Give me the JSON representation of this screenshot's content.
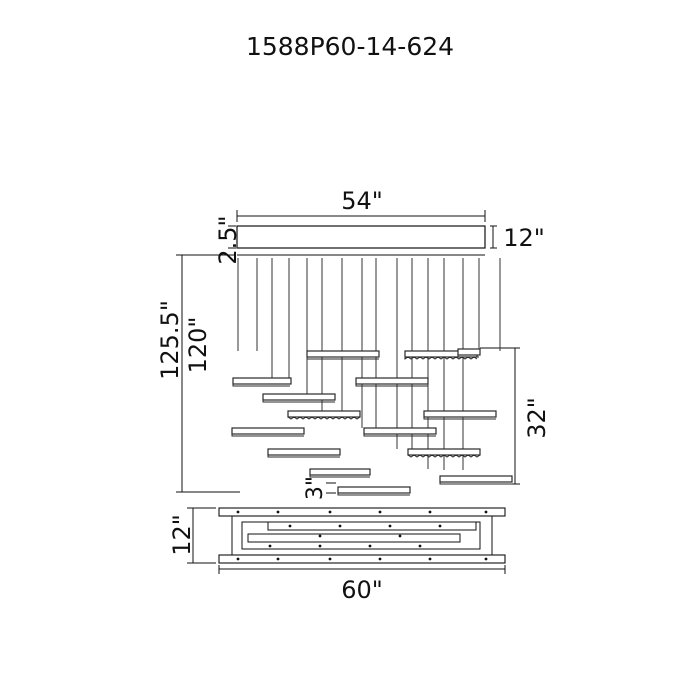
{
  "title": "1588P60-14-624",
  "dimensions": {
    "canopy_width": "54\"",
    "canopy_height": "2.5\"",
    "canopy_depth": "12\"",
    "overall_height": "125.5\"",
    "max_cable": "120\"",
    "drop_range": "32\"",
    "fixture_height": "3\"",
    "bottom_depth": "12\"",
    "bottom_width": "60\""
  },
  "colors": {
    "line": "#111111",
    "fixture": "#2a2a2a",
    "bg": "#ffffff"
  }
}
